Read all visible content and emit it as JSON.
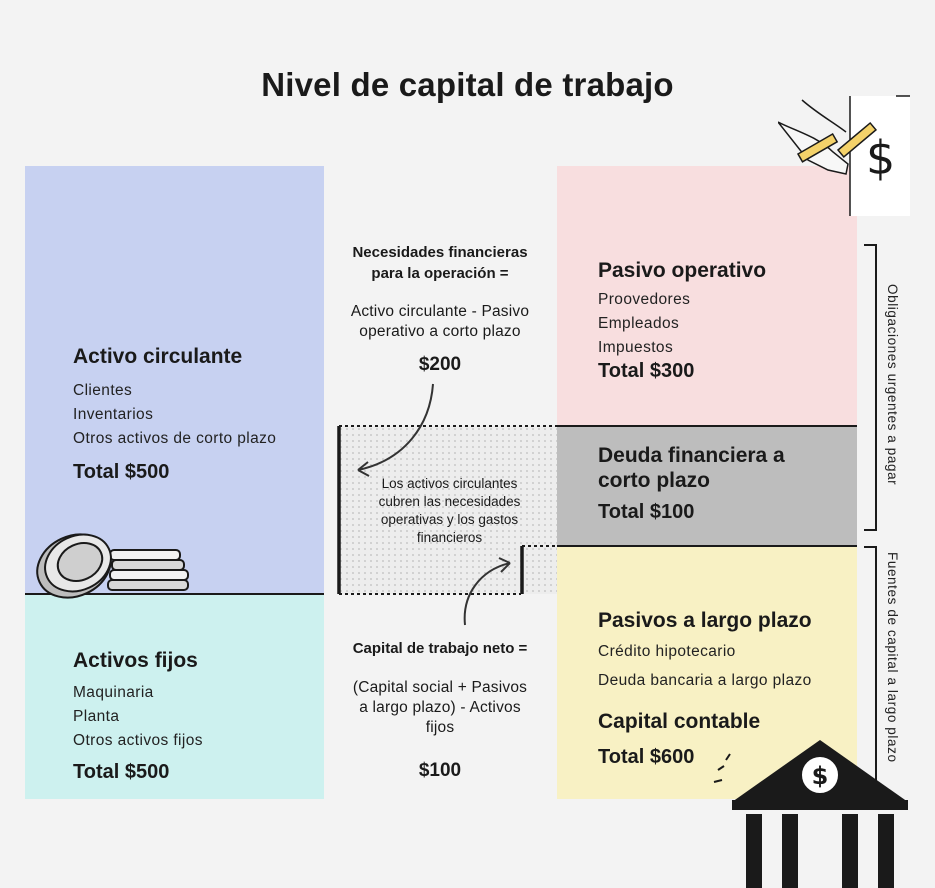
{
  "title": "Nivel de capital de trabajo",
  "activo_circulante": {
    "heading": "Activo circulante",
    "items": [
      "Clientes",
      "Inventarios",
      "Otros activos de corto plazo"
    ],
    "total": "Total $500"
  },
  "activos_fijos": {
    "heading": "Activos fijos",
    "items": [
      "Maquinaria",
      "Planta",
      "Otros activos fijos"
    ],
    "total": "Total $500"
  },
  "necesidades": {
    "heading_line1": "Necesidades financieras",
    "heading_line2": "para la operación =",
    "formula_line1": "Activo circulante - Pasivo",
    "formula_line2": "operativo a corto plazo",
    "value": "$200"
  },
  "cobertura": {
    "lines": [
      "Los activos circulantes",
      "cubren las necesidades",
      "operativas y los gastos",
      "financieros"
    ]
  },
  "capital_neto": {
    "heading": "Capital de trabajo neto =",
    "formula_line1": "(Capital social + Pasivos",
    "formula_line2": "a largo plazo) - Activos",
    "formula_line3": "fijos",
    "value": "$100"
  },
  "pasivo_operativo": {
    "heading": "Pasivo operativo",
    "items": [
      "Proovedores",
      "Empleados",
      "Impuestos"
    ],
    "total": "Total $300"
  },
  "deuda_financiera": {
    "heading_line1": "Deuda financiera a",
    "heading_line2": "corto plazo",
    "total": "Total $100"
  },
  "pasivos_largo": {
    "heading": "Pasivos a largo plazo",
    "items": [
      "Crédito hipotecario",
      "Deuda bancaria a largo plazo"
    ],
    "capital_heading": "Capital contable",
    "total": "Total $600"
  },
  "brackets": {
    "upper": "Obligaciones urgentes a pagar",
    "lower": "Fuentes de capital a largo plazo"
  },
  "icons": {
    "dollar_sign": "$",
    "coins": "coins-icon",
    "bank": "bank-icon",
    "hand": "hand-pencil-icon"
  },
  "colors": {
    "activo_circulante": "#c7d1f1",
    "activos_fijos": "#cdf1ef",
    "pasivo_operativo": "#f8dedf",
    "deuda_financiera": "#bdbdbd",
    "pasivos_largo": "#f8f1c4"
  }
}
